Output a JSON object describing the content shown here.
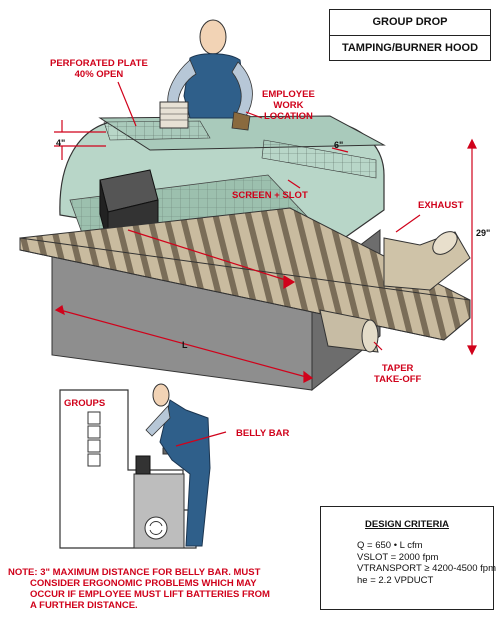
{
  "title": {
    "line1": "GROUP DROP",
    "line2": "TAMPING/BURNER HOOD"
  },
  "labels": {
    "perforated_plate": "PERFORATED PLATE",
    "perforated_open": "40% OPEN",
    "employee1": "EMPLOYEE",
    "employee2": "WORK",
    "employee3": "LOCATION",
    "screen_slot": "SCREEN + SLOT",
    "exhaust": "EXHAUST",
    "taper1": "TAPER",
    "taper2": "TAKE-OFF",
    "groups": "GROUPS",
    "belly_bar": "BELLY BAR"
  },
  "dimensions": {
    "four_inch": "4\"",
    "six_inch": "6\"",
    "twenty_nine": "29\"",
    "length": "L"
  },
  "design_criteria": {
    "heading": "DESIGN CRITERIA",
    "line1": "Q = 650 • L cfm",
    "line2": "VSLOT = 2000 fpm",
    "line3": "VTRANSPORT ≥ 4200-4500 fpm",
    "line4": "he = 2.2 VPDUCT"
  },
  "note": {
    "line1": "NOTE:  3\" MAXIMUM DISTANCE FOR BELLY BAR. MUST",
    "line2": "CONSIDER ERGONOMIC PROBLEMS WHICH MAY",
    "line3": "OCCUR IF EMPLOYEE MUST LIFT BATTERIES FROM",
    "line4": "A FURTHER DISTANCE."
  },
  "colors": {
    "red": "#d0021b",
    "hood_green": "#8fbfaa",
    "grey": "#8e8e8e",
    "roller": "#c2b49a",
    "worker_blue": "#2f5f8a"
  }
}
